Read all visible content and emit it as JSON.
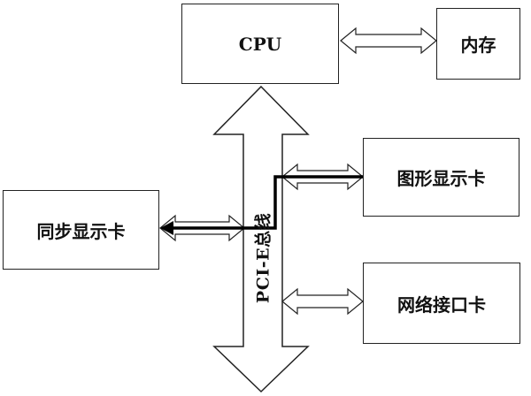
{
  "blocks": {
    "cpu": "CPU",
    "memory": "内存",
    "graphics_card": "图形显示卡",
    "sync_display_card": "同步显示卡",
    "network_card": "网络接口卡"
  },
  "bus": {
    "label": "PCI-E总线"
  }
}
